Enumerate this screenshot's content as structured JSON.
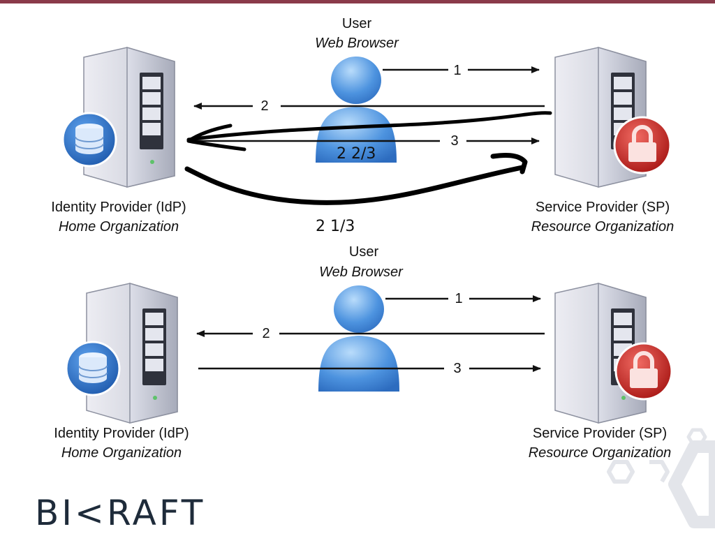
{
  "brand": {
    "logo_text": "BI<RAFT"
  },
  "colors": {
    "top_bar": "#8a3a4a",
    "user_blue": "#3f86d8",
    "db_blue": "#2a6fc4",
    "lock_red": "#c92020",
    "server_gray": "#c8cbd6",
    "logo": "#1e2b3a"
  },
  "diagram_top": {
    "user": {
      "line1": "User",
      "line2": "Web Browser"
    },
    "idp": {
      "line1": "Identity Provider (IdP)",
      "line2": "Home Organization"
    },
    "sp": {
      "line1": "Service Provider (SP)",
      "line2": "Resource Organization"
    },
    "arrows": {
      "a1": "1",
      "a2": "2",
      "a3": "3"
    },
    "annotations": {
      "two_thirds": "2 2/3",
      "one_third": "2 1/3"
    }
  },
  "diagram_bottom": {
    "user": {
      "line1": "User",
      "line2": "Web Browser"
    },
    "idp": {
      "line1": "Identity Provider (IdP)",
      "line2": "Home Organization"
    },
    "sp": {
      "line1": "Service Provider (SP)",
      "line2": "Resource Organization"
    },
    "arrows": {
      "a1": "1",
      "a2": "2",
      "a3": "3"
    }
  },
  "icons": [
    "database-icon",
    "lock-icon",
    "server-icon",
    "user-icon",
    "hexagon-decoration"
  ]
}
